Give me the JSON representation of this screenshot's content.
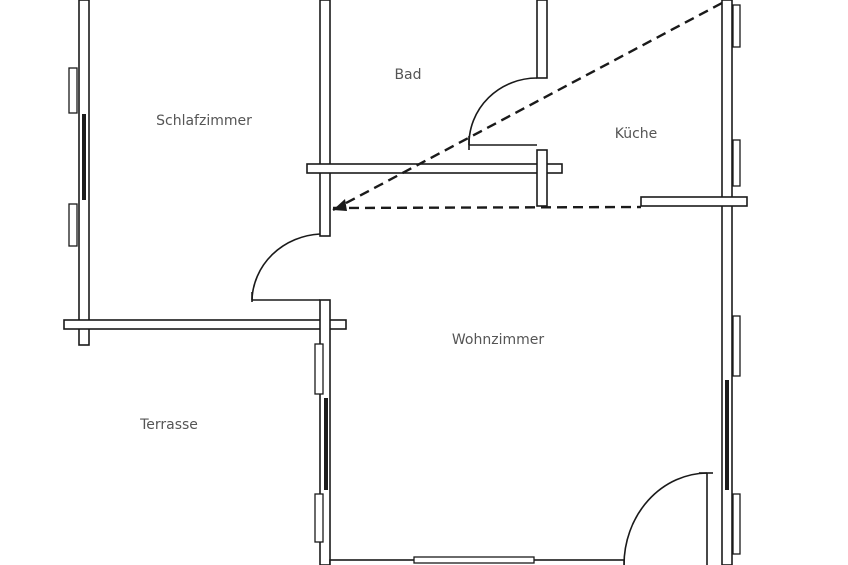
{
  "rooms": {
    "schlafzimmer": "Schlafzimmer",
    "bad": "Bad",
    "kueche": "Küche",
    "wohnzimmer": "Wohnzimmer",
    "terrasse": "Terrasse"
  },
  "colors": {
    "ink": "#1a1a1a",
    "label": "#555555",
    "background": "#ffffff"
  }
}
